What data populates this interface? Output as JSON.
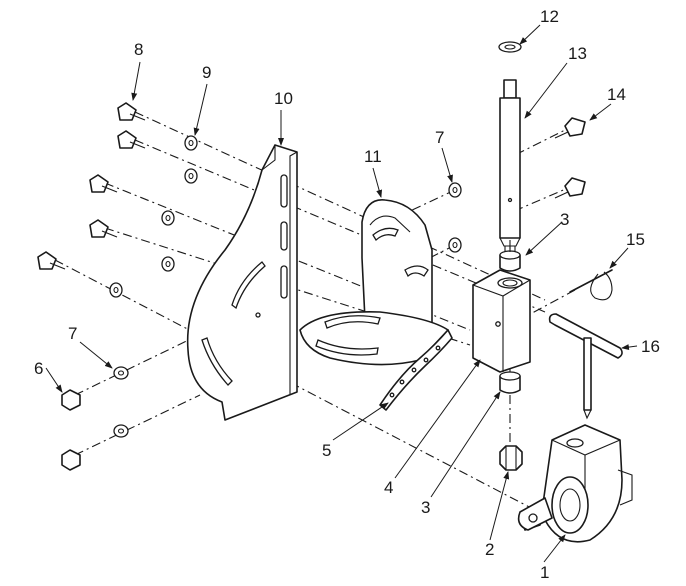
{
  "callouts": [
    {
      "id": "1",
      "text": "1"
    },
    {
      "id": "2",
      "text": "2"
    },
    {
      "id": "3a",
      "text": "3"
    },
    {
      "id": "3b",
      "text": "3"
    },
    {
      "id": "4",
      "text": "4"
    },
    {
      "id": "5",
      "text": "5"
    },
    {
      "id": "6",
      "text": "6"
    },
    {
      "id": "7a",
      "text": "7"
    },
    {
      "id": "7b",
      "text": "7"
    },
    {
      "id": "8",
      "text": "8"
    },
    {
      "id": "9",
      "text": "9"
    },
    {
      "id": "10",
      "text": "10"
    },
    {
      "id": "11",
      "text": "11"
    },
    {
      "id": "12",
      "text": "12"
    },
    {
      "id": "13",
      "text": "13"
    },
    {
      "id": "14",
      "text": "14"
    },
    {
      "id": "15",
      "text": "15"
    },
    {
      "id": "16",
      "text": "16"
    }
  ],
  "colors": {
    "line": "#1a1a1a",
    "background": "#ffffff"
  }
}
